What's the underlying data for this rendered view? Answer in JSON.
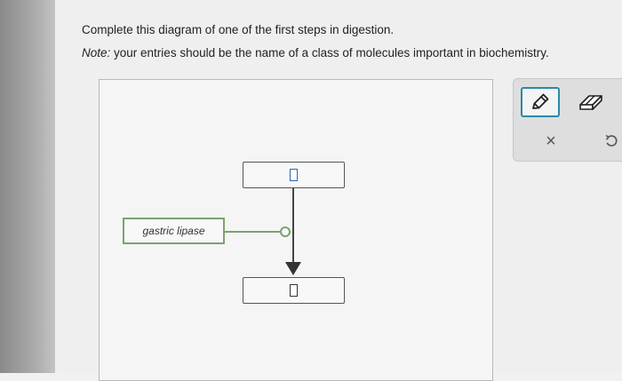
{
  "instructions": {
    "line1": "Complete this diagram of one of the first steps in digestion.",
    "note_label": "Note:",
    "note_text": " your entries should be the name of a class of molecules important in biochemistry."
  },
  "diagram": {
    "enzyme_label": "gastric lipase",
    "top_answer": "",
    "bottom_answer": ""
  },
  "toolbox": {
    "pencil_icon": "pencil-icon",
    "eraser_icon": "eraser-icon",
    "clear_glyph": "×",
    "undo_icon": "undo-icon"
  },
  "colors": {
    "enzyme_border": "#7aa371",
    "active_tool": "#2b8aa8",
    "input_cursor": "#2b66b8"
  }
}
